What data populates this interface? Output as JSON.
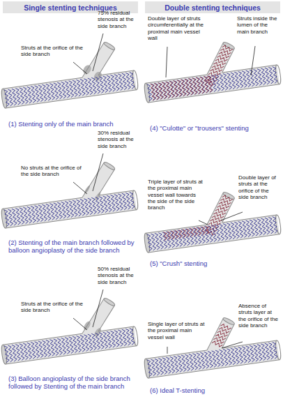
{
  "diagram": {
    "nodes": [
      {
        "text": [
          "Single stenting techniques"
        ]
      },
      {
        "text": [
          "Double stenting techniques"
        ]
      }
    ],
    "labels": [
      "Struts at the orifice of the side branch",
      "75% residual stenosis at the side branch",
      "(1) Stenting only of the main branch",
      "No struts at the orifice of the side branch",
      "30% residual stenosis at the side branch",
      "(2) Stenting of the main branch followed by balloon angioplasty of the side branch",
      "Struts at the orifice of the side branch",
      "50% residual stenosis at the side branch",
      "(3) Balloon angioplasty of the side branch followed by Stenting of the main branch",
      "Double layer of struts circumferentially at the proximal main vessel wall",
      "Struts inside the lumen of the main branch",
      "(4) \"Culotte\" or \"trousers\" stenting",
      "Triple layer of struts at the proximal main vessel wall towards the side of the side branch",
      "Double layer of struts at the orifice of the side branch",
      "(5) \"Crush\" stenting",
      "Single layer of struts at the proximal main vessel wall",
      "Absence of struts layer at the orifice of the side branch",
      "(6) Ideal T-stenting"
    ]
  }
}
